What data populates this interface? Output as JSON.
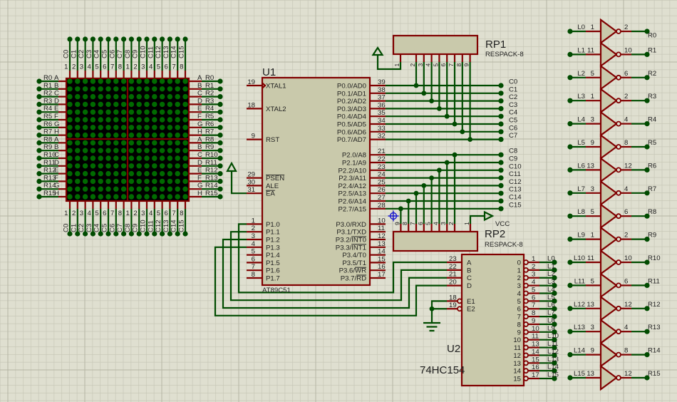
{
  "colors": {
    "background": "#dfdfd0",
    "grid_minor": "#c7c7b7",
    "grid_major": "#b5b5a4",
    "pin": "#800000",
    "wire": "#004b00",
    "component_body": "#c9c9ab",
    "led_on": "#006a00",
    "led_matrix_background": "#000000",
    "cursor": "#1a1ad0"
  },
  "led_matrix": {
    "rows": 16,
    "cols": 16,
    "column_labels": [
      "C0",
      "C1",
      "C2",
      "C3",
      "C4",
      "C5",
      "C6",
      "C7",
      "C8",
      "C9",
      "C10",
      "C11",
      "C12",
      "C13",
      "C14",
      "C15"
    ],
    "column_pin_numbers": [
      "1",
      "2",
      "3",
      "4",
      "5",
      "6",
      "7",
      "8",
      "1",
      "2",
      "3",
      "4",
      "5",
      "6",
      "7",
      "8"
    ],
    "row_labels": [
      "R0",
      "R1",
      "R2",
      "R3",
      "R4",
      "R5",
      "R6",
      "R7",
      "R8",
      "R9",
      "R10",
      "R11",
      "R12",
      "R13",
      "R14",
      "R15"
    ],
    "row_pin_letters": [
      "A",
      "B",
      "C",
      "D",
      "E",
      "F",
      "G",
      "H",
      "A",
      "B",
      "C",
      "D",
      "E",
      "F",
      "G",
      "H"
    ]
  },
  "u1": {
    "ref": "U1",
    "part": "AT89C51",
    "left_pins": [
      {
        "num": "19",
        "name": "XTAL1",
        "clock": true
      },
      {
        "num": "18",
        "name": "XTAL2"
      },
      {
        "num": "9",
        "name": "RST"
      },
      {
        "num": "29",
        "name": "",
        "overline": "PSEN"
      },
      {
        "num": "30",
        "name": "ALE"
      },
      {
        "num": "31",
        "name": "",
        "overline": "EA"
      },
      {
        "num": "1",
        "name": "P1.0"
      },
      {
        "num": "2",
        "name": "P1.1"
      },
      {
        "num": "3",
        "name": "P1.2"
      },
      {
        "num": "4",
        "name": "P1.3"
      },
      {
        "num": "5",
        "name": "P1.4"
      },
      {
        "num": "6",
        "name": "P1.5"
      },
      {
        "num": "7",
        "name": "P1.6"
      },
      {
        "num": "8",
        "name": "P1.7"
      }
    ],
    "right_pins": [
      {
        "num": "39",
        "name": "P0.0/AD0"
      },
      {
        "num": "38",
        "name": "P0.1/AD1"
      },
      {
        "num": "37",
        "name": "P0.2/AD2"
      },
      {
        "num": "36",
        "name": "P0.3/AD3"
      },
      {
        "num": "35",
        "name": "P0.4/AD4"
      },
      {
        "num": "34",
        "name": "P0.5/AD5"
      },
      {
        "num": "33",
        "name": "P0.6/AD6"
      },
      {
        "num": "32",
        "name": "P0.7/AD7"
      },
      {
        "num": "21",
        "name": "P2.0/A8"
      },
      {
        "num": "22",
        "name": "P2.1/A9"
      },
      {
        "num": "23",
        "name": "P2.2/A10"
      },
      {
        "num": "24",
        "name": "P2.3/A11"
      },
      {
        "num": "25",
        "name": "P2.4/A12"
      },
      {
        "num": "26",
        "name": "P2.5/A13"
      },
      {
        "num": "27",
        "name": "P2.6/A14"
      },
      {
        "num": "28",
        "name": "P2.7/A15"
      },
      {
        "num": "10",
        "name": "P3.0/RXD"
      },
      {
        "num": "11",
        "name": "P3.1/TXD"
      },
      {
        "num": "12",
        "name": "P3.2/",
        "overline": "INT0"
      },
      {
        "num": "13",
        "name": "P3.3/",
        "overline": "INT1"
      },
      {
        "num": "14",
        "name": "P3.4/T0"
      },
      {
        "num": "15",
        "name": "P3.5/T1"
      },
      {
        "num": "16",
        "name": "P3.6/",
        "overline": "WR"
      },
      {
        "num": "17",
        "name": "P3.7/",
        "overline": "RD"
      }
    ]
  },
  "rp1": {
    "ref": "RP1",
    "part": "RESPACK-8",
    "pins": [
      "1",
      "2",
      "3",
      "4",
      "5",
      "6",
      "7",
      "8",
      "9"
    ]
  },
  "rp2": {
    "ref": "RP2",
    "part": "RESPACK-8",
    "pins": [
      "1",
      "2",
      "3",
      "4",
      "5",
      "6",
      "7",
      "8",
      "9"
    ],
    "power_label": "VCC"
  },
  "u2": {
    "ref": "U2",
    "part": "74HC154",
    "inputs": [
      {
        "num": "23",
        "name": "A"
      },
      {
        "num": "22",
        "name": "B"
      },
      {
        "num": "21",
        "name": "C"
      },
      {
        "num": "20",
        "name": "D"
      },
      {
        "num": "18",
        "name": "E1",
        "inverted": true
      },
      {
        "num": "19",
        "name": "E2",
        "inverted": true
      }
    ],
    "outputs": [
      {
        "num": "1",
        "name": "0"
      },
      {
        "num": "2",
        "name": "1"
      },
      {
        "num": "3",
        "name": "2"
      },
      {
        "num": "4",
        "name": "3"
      },
      {
        "num": "5",
        "name": "4"
      },
      {
        "num": "6",
        "name": "5"
      },
      {
        "num": "7",
        "name": "6"
      },
      {
        "num": "8",
        "name": "7"
      },
      {
        "num": "9",
        "name": "8"
      },
      {
        "num": "10",
        "name": "9"
      },
      {
        "num": "11",
        "name": "10"
      },
      {
        "num": "13",
        "name": "11"
      },
      {
        "num": "14",
        "name": "12"
      },
      {
        "num": "15",
        "name": "13"
      },
      {
        "num": "16",
        "name": "14"
      },
      {
        "num": "17",
        "name": "15"
      }
    ]
  },
  "nets": {
    "port0_labels": [
      "C0",
      "C1",
      "C2",
      "C3",
      "C4",
      "C5",
      "C6",
      "C7"
    ],
    "port2_labels": [
      "C8",
      "C9",
      "C10",
      "C11",
      "C12",
      "C13",
      "C14",
      "C15"
    ],
    "decoder_labels": [
      "L0",
      "L1",
      "L2",
      "L3",
      "L4",
      "L5",
      "L6",
      "L7",
      "L8",
      "L9",
      "L10",
      "L11",
      "L12",
      "L13",
      "L14",
      "L15"
    ]
  },
  "inverters": [
    {
      "in": "L0",
      "in_pin": "1",
      "out_pin": "2",
      "out": "R0"
    },
    {
      "in": "L1",
      "in_pin": "11",
      "out_pin": "10",
      "out": "R1"
    },
    {
      "in": "L2",
      "in_pin": "5",
      "out_pin": "6",
      "out": "R2"
    },
    {
      "in": "L3",
      "in_pin": "1",
      "out_pin": "2",
      "out": "R3"
    },
    {
      "in": "L4",
      "in_pin": "3",
      "out_pin": "4",
      "out": "R4"
    },
    {
      "in": "L5",
      "in_pin": "9",
      "out_pin": "8",
      "out": "R5"
    },
    {
      "in": "L6",
      "in_pin": "13",
      "out_pin": "12",
      "out": "R6"
    },
    {
      "in": "L7",
      "in_pin": "3",
      "out_pin": "4",
      "out": "R7"
    },
    {
      "in": "L8",
      "in_pin": "5",
      "out_pin": "6",
      "out": "R8"
    },
    {
      "in": "L9",
      "in_pin": "1",
      "out_pin": "2",
      "out": "R9"
    },
    {
      "in": "L10",
      "in_pin": "11",
      "out_pin": "10",
      "out": "R10"
    },
    {
      "in": "L11",
      "in_pin": "5",
      "out_pin": "6",
      "out": "R11"
    },
    {
      "in": "L12",
      "in_pin": "13",
      "out_pin": "12",
      "out": "R12"
    },
    {
      "in": "L13",
      "in_pin": "3",
      "out_pin": "4",
      "out": "R13"
    },
    {
      "in": "L14",
      "in_pin": "9",
      "out_pin": "8",
      "out": "R14"
    },
    {
      "in": "L15",
      "in_pin": "13",
      "out_pin": "12",
      "out": "R15"
    }
  ]
}
